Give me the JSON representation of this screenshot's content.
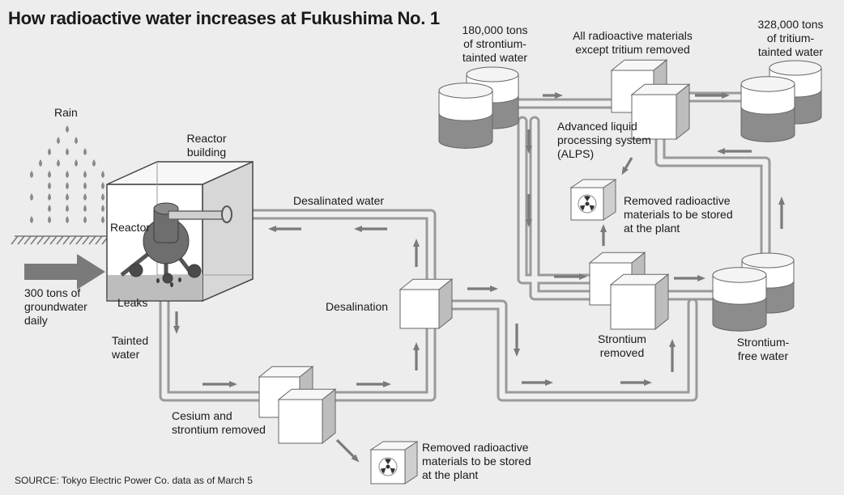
{
  "title": "How radioactive water increases at Fukushima No. 1",
  "source": "SOURCE: Tokyo Electric Power Co. data as of March 5",
  "labels": {
    "rain": "Rain",
    "groundwater": "300 tons of\ngroundwater\ndaily",
    "reactor_building": "Reactor\nbuilding",
    "reactor": "Reactor",
    "leaks": "Leaks",
    "tainted_water": "Tainted\nwater",
    "cesium_removed": "Cesium and\nstrontium removed",
    "removed_stored_bottom": "Removed radioactive\nmaterials to be stored\nat the plant",
    "desalinated_water": "Desalinated water",
    "desalination": "Desalination",
    "strontium_tainted": "180,000 tons\nof strontium-\ntainted water",
    "alps_removed": "All radioactive materials\nexcept tritium removed",
    "tritium_tainted": "328,000 tons\nof tritium-\ntainted water",
    "alps": "Advanced liquid\nprocessing system\n(ALPS)",
    "removed_stored_top": "Removed radioactive\nmaterials to be stored\nat the plant",
    "strontium_removed": "Strontium\nremoved",
    "strontium_free": "Strontium-\nfree water"
  },
  "colors": {
    "background": "#ededed",
    "pipe": "#9a9a9a",
    "arrow": "#7a7a7a",
    "water": "#8c8c8c",
    "box_face": "#f7f7f7",
    "box_shade": "#bdbdbd",
    "reactor": "#6e6e6e"
  }
}
